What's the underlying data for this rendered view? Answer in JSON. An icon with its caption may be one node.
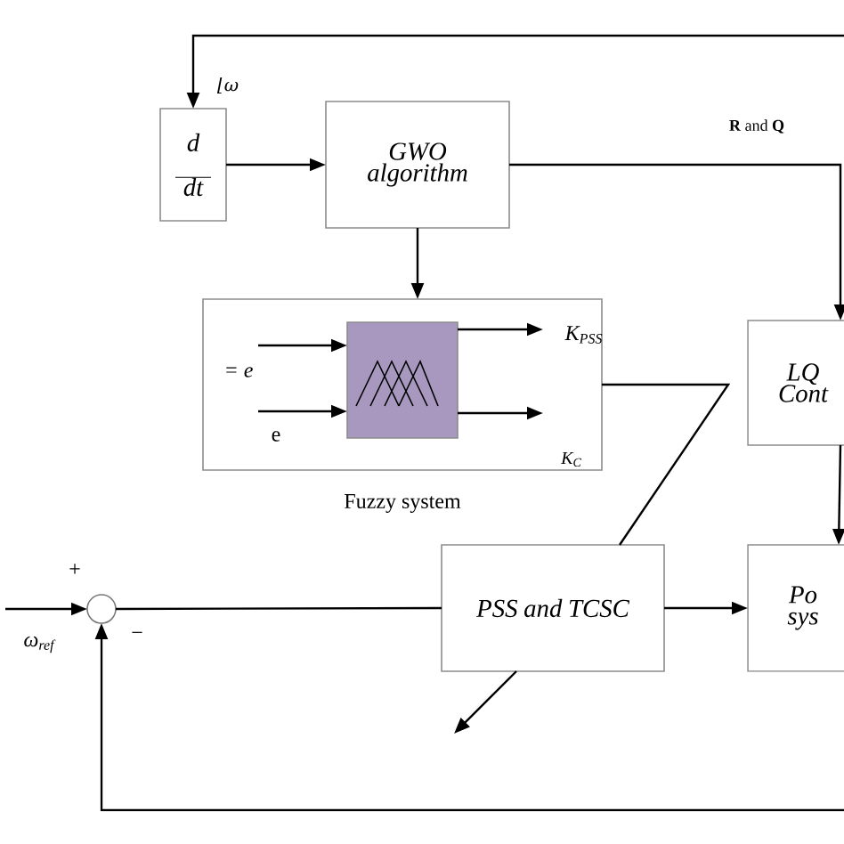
{
  "diagram": {
    "nodes": [
      {
        "text": [
          "d",
          "dt"
        ]
      },
      {
        "text": [
          "GWO algorithm"
        ]
      },
      {
        "text": [
          "LQ Cont"
        ]
      },
      {
        "text": [
          "Fuzzy system"
        ]
      },
      {
        "text": [],
        "shape": "box",
        "in": 3
      },
      {
        "text": [],
        "shape": "circle"
      },
      {
        "text": [
          "PSS and TCSC"
        ]
      },
      {
        "text": [
          "Po sys"
        ]
      }
    ],
    "edges": [
      {
        "from": null,
        "to": 0,
        "arrow": "to",
        "label": "⌊ω"
      },
      {
        "from": 0,
        "to": 1,
        "arrow": "to"
      },
      {
        "from": 1,
        "to": 2,
        "arrow": "to",
        "label": "**R** and **Q**"
      },
      {
        "from": 1,
        "to": 3,
        "arrow": "to"
      },
      {
        "from": null,
        "to": 4,
        "arrow": "to",
        "label": "= e"
      },
      {
        "from": null,
        "to": 4,
        "arrow": "to",
        "label": "e"
      },
      {
        "from": 4,
        "to": null,
        "arrow": "to",
        "label": "K$_{PSS}$"
      },
      {
        "from": 4,
        "to": null,
        "arrow": "to",
        "label": "K$_{C}$"
      },
      {
        "from": 3,
        "to": 6,
        "arrow": "none"
      },
      {
        "from": 6,
        "to": null,
        "arrow": "to"
      },
      {
        "from": null,
        "to": 5,
        "arrow": "to",
        "label": "ω$_{ref}$"
      },
      {
        "from": 5,
        "to": 6,
        "arrow": "none"
      },
      {
        "from": 6,
        "to": 7,
        "arrow": "to"
      },
      {
        "from": 2,
        "to": 7,
        "arrow": "to"
      },
      {
        "from": null,
        "to": 5,
        "arrow": "to"
      }
    ],
    "labels": [
      "+",
      "−"
    ]
  }
}
